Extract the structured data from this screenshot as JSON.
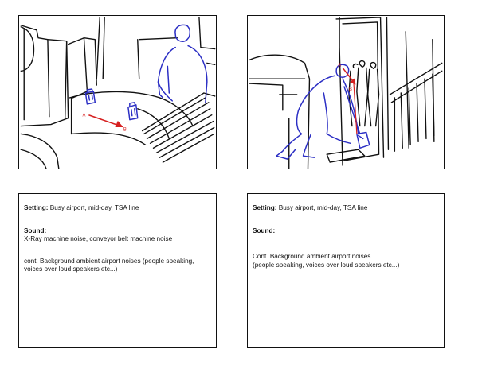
{
  "colors": {
    "ink": "#111111",
    "figure": "#2b2ec4",
    "arrow": "#d62020"
  },
  "panel_1": {
    "arrow_start_label": "A",
    "arrow_end_label": "B"
  },
  "panel_2": {
    "arrow_start_label": "A",
    "arrow_end_label": "B"
  },
  "notes_1": {
    "setting_label": "Setting:",
    "setting_value": "Busy airport, mid-day, TSA line",
    "sound_label": "Sound:",
    "sound_value": "X-Ray machine noise, conveyor belt machine noise",
    "ambient_line_1": "cont. Background ambient airport noises (people speaking,",
    "ambient_line_2": "voices over loud speakers etc...)"
  },
  "notes_2": {
    "setting_label": "Setting:",
    "setting_value": "Busy airport, mid-day, TSA line",
    "sound_label": "Sound:",
    "ambient_line_1": "Cont. Background ambient airport noises",
    "ambient_line_2": "(people speaking, voices over loud speakers etc...)"
  }
}
